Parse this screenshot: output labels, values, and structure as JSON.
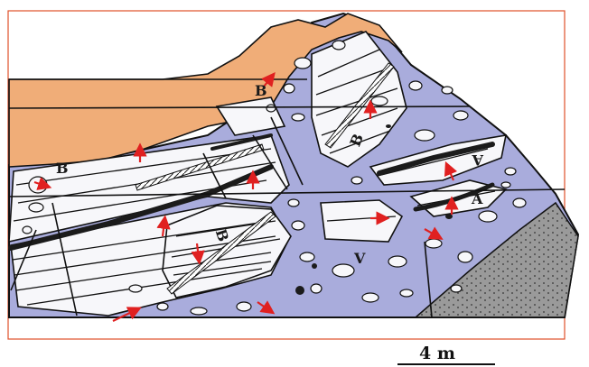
{
  "labels": {
    "B": "B",
    "A": "A",
    "V": "V"
  },
  "scale_bar": {
    "text": "4 m"
  },
  "colors": {
    "frame": "#e0502a",
    "cover_orange": "#f0ad78",
    "matrix_blue": "#a9acdc",
    "clast_white": "#f7f7fa",
    "bed_black": "#1b1b1b",
    "arrow_red": "#e02020",
    "gray_zone": "#9a9a9a"
  }
}
